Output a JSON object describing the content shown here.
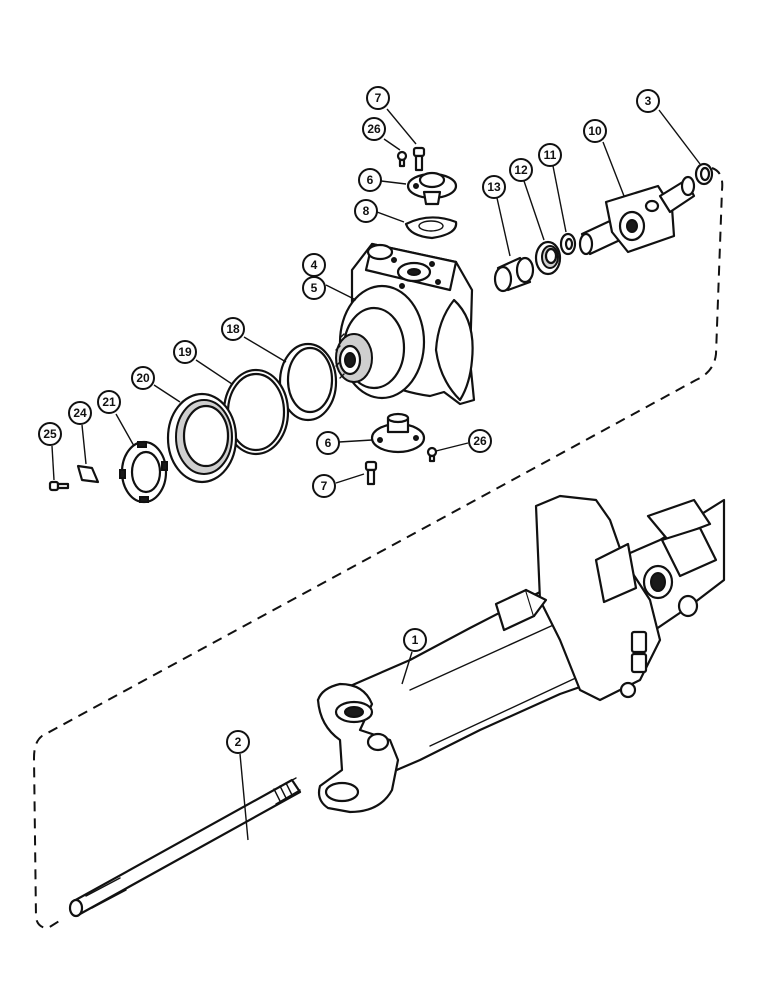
{
  "callouts": [
    {
      "id": "c7a",
      "label": "7"
    },
    {
      "id": "c26a",
      "label": "26"
    },
    {
      "id": "c6a",
      "label": "6"
    },
    {
      "id": "c8",
      "label": "8"
    },
    {
      "id": "c4",
      "label": "4"
    },
    {
      "id": "c5",
      "label": "5"
    },
    {
      "id": "c3",
      "label": "3"
    },
    {
      "id": "c10",
      "label": "10"
    },
    {
      "id": "c11",
      "label": "11"
    },
    {
      "id": "c12",
      "label": "12"
    },
    {
      "id": "c13",
      "label": "13"
    },
    {
      "id": "c18",
      "label": "18"
    },
    {
      "id": "c19",
      "label": "19"
    },
    {
      "id": "c20",
      "label": "20"
    },
    {
      "id": "c21",
      "label": "21"
    },
    {
      "id": "c24",
      "label": "24"
    },
    {
      "id": "c25",
      "label": "25"
    },
    {
      "id": "c6b",
      "label": "6"
    },
    {
      "id": "c26b",
      "label": "26"
    },
    {
      "id": "c7b",
      "label": "7"
    },
    {
      "id": "c1",
      "label": "1"
    },
    {
      "id": "c2",
      "label": "2"
    }
  ]
}
